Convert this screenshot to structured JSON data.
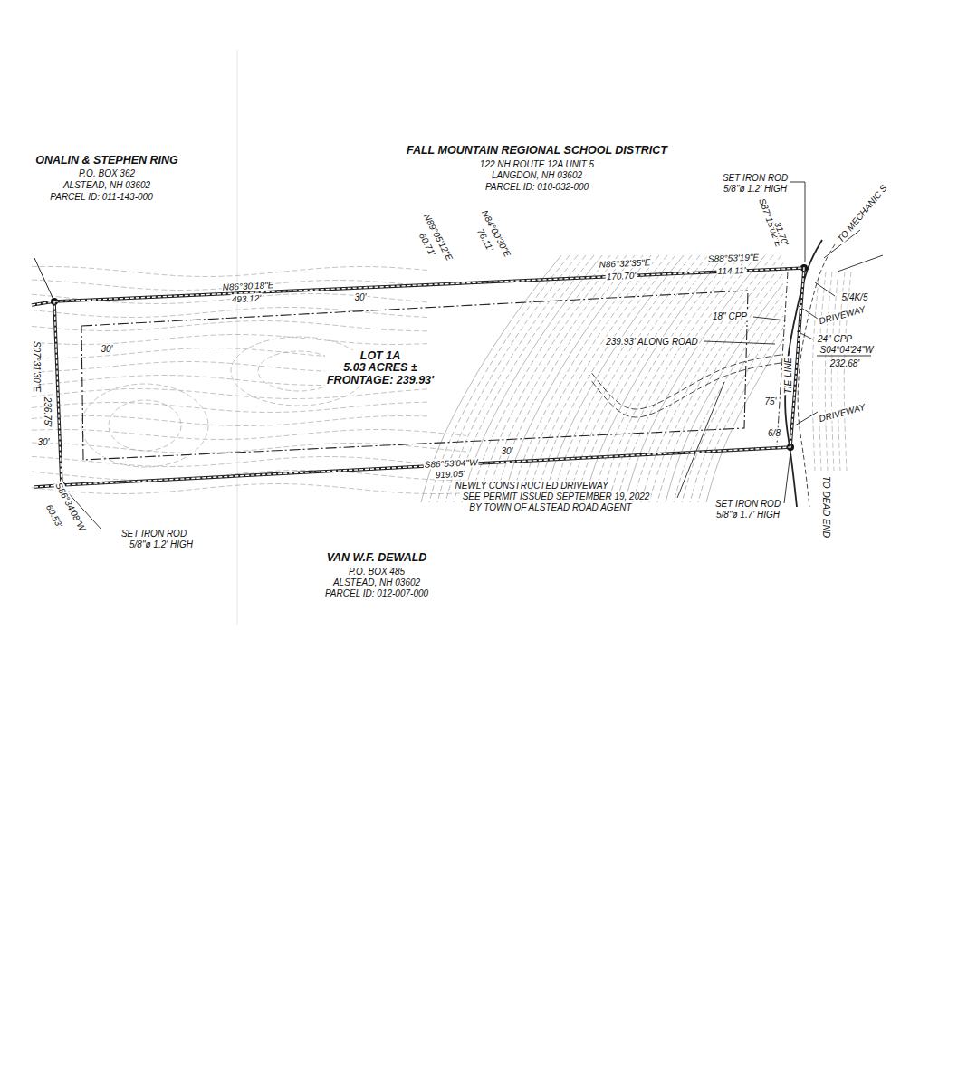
{
  "diagram": {
    "nodes": [
      {
        "text": [
          "LOT 1A",
          "5.03 ACRES ±",
          "FRONTAGE: 239.93'"
        ]
      }
    ],
    "labels": [
      "ONALIN & STEPHEN RING",
      "P.O. BOX 362",
      "ALSTEAD, NH 03602",
      "PARCEL ID: 011-143-000",
      "FALL MOUNTAIN REGIONAL SCHOOL DISTRICT",
      "122 NH ROUTE 12A UNIT 5",
      "LANGDON, NH 03602",
      "PARCEL ID: 010-032-000",
      "SET IRON ROD",
      "5/8\"ø 1.2' HIGH",
      "S87°15'02\"E",
      "31.70'",
      "TO MECHANIC S",
      "N86°30'18\"E",
      "493.12'",
      "30'",
      "30'",
      "30'",
      "30'",
      "N89°05'12\"E",
      "60.71'",
      "N84°00'30\"E",
      "76.11'",
      "N86°32'35\"E",
      "170.70'",
      "S88°53'19\"E",
      "114.11'",
      "5/4K/5",
      "DRIVEWAY",
      "18\" CPP",
      "239.93' ALONG ROAD",
      "24\" CPP",
      "S04°04'24\"W",
      "232.68'",
      "TIE LINE",
      "75'",
      "DRIVEWAY",
      "6/8",
      "TO DEAD END",
      "S07°31'30\"E",
      "236.75'",
      "S86°53'04\"W",
      "919.05'",
      "S86°34'08\"W",
      "60.53'",
      "SET IRON ROD",
      "5/8\"ø 1.2' HIGH",
      "NEWLY CONSTRUCTED DRIVEWAY",
      "SEE PERMIT ISSUED SEPTEMBER 19, 2022",
      "BY TOWN OF ALSTEAD ROAD AGENT",
      "SET IRON ROD",
      "5/8\"ø 1.7' HIGH",
      "VAN W.F. DEWALD",
      "P.O. BOX 485",
      "ALSTEAD, NH 03602",
      "PARCEL ID: 012-007-000"
    ]
  }
}
